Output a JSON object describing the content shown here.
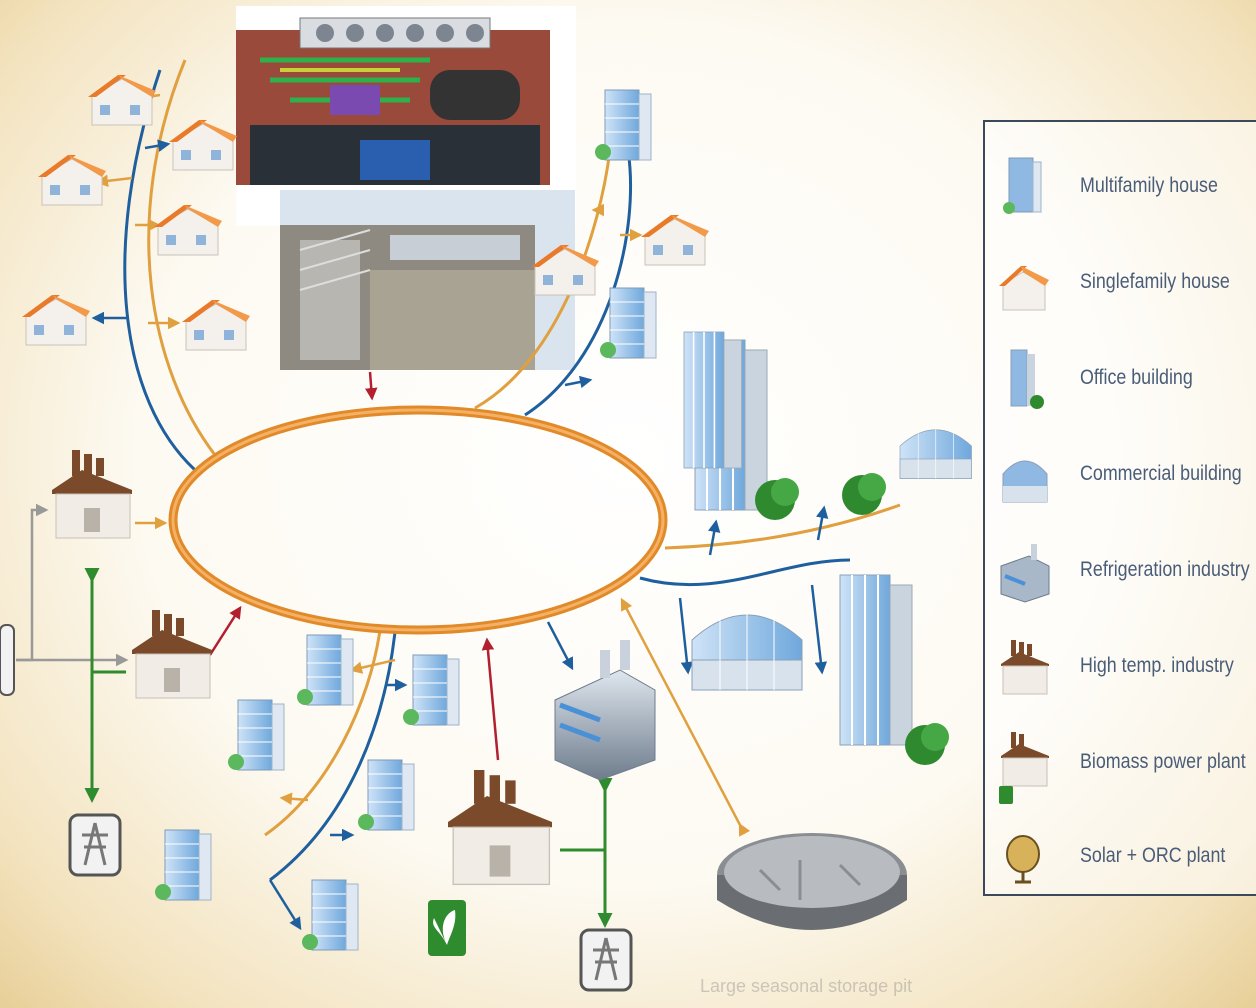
{
  "legend": {
    "items": [
      {
        "label": "Multifamily house",
        "icon": "multifamily-house-icon"
      },
      {
        "label": "Singlefamily house",
        "icon": "singlefamily-house-icon"
      },
      {
        "label": "Office building",
        "icon": "office-building-icon"
      },
      {
        "label": "Commercial building",
        "icon": "commercial-building-icon"
      },
      {
        "label": "Refrigeration industry",
        "icon": "refrigeration-industry-icon"
      },
      {
        "label": "High temp. industry",
        "icon": "high-temp-industry-icon"
      },
      {
        "label": "Biomass power plant",
        "icon": "biomass-power-plant-icon"
      },
      {
        "label": "Solar + ORC plant",
        "icon": "solar-orc-plant-icon"
      }
    ]
  },
  "caption": "Large seasonal storage pit",
  "colors": {
    "ring": "#e08a2a",
    "cold_pipe": "#1f5f9e",
    "warm_pipe": "#e0a040",
    "power_line": "#2e8b2e",
    "high_temp": "#b22030",
    "grey_line": "#999999",
    "roof": "#e87a2a",
    "glass": "#6fa8dc",
    "brick": "#7a4a2a"
  }
}
